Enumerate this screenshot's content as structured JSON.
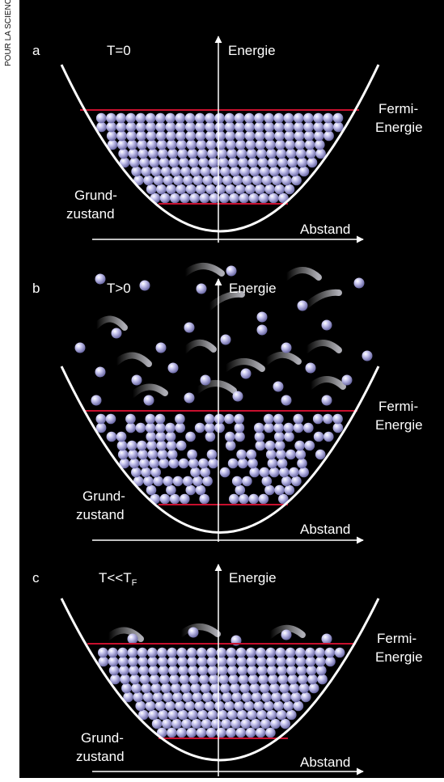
{
  "credit": "POUR LA SCIENCE",
  "panels": [
    {
      "letter": "a",
      "temp_label": "T=0",
      "temp_sub": "",
      "energy_label": "Energie",
      "fermi_line1": "Fermi-",
      "fermi_line2": "Energie",
      "ground_line1": "Grund-",
      "ground_line2": "zustand",
      "distance_label": "Abstand"
    },
    {
      "letter": "b",
      "temp_label": "T>0",
      "temp_sub": "",
      "energy_label": "Energie",
      "fermi_line1": "Fermi-",
      "fermi_line2": "Energie",
      "ground_line1": "Grund-",
      "ground_line2": "zustand",
      "distance_label": "Abstand"
    },
    {
      "letter": "c",
      "temp_label": "T<<T",
      "temp_sub": "F",
      "energy_label": "Energie",
      "fermi_line1": "Fermi-",
      "fermi_line2": "Energie",
      "ground_line1": "Grund-",
      "ground_line2": "zustand",
      "distance_label": "Abstand"
    }
  ],
  "colors": {
    "background": "#000000",
    "well": "#ffffff",
    "level_line": "#c8102e",
    "particle": "#b9b8e8",
    "axis": "#ffffff"
  }
}
